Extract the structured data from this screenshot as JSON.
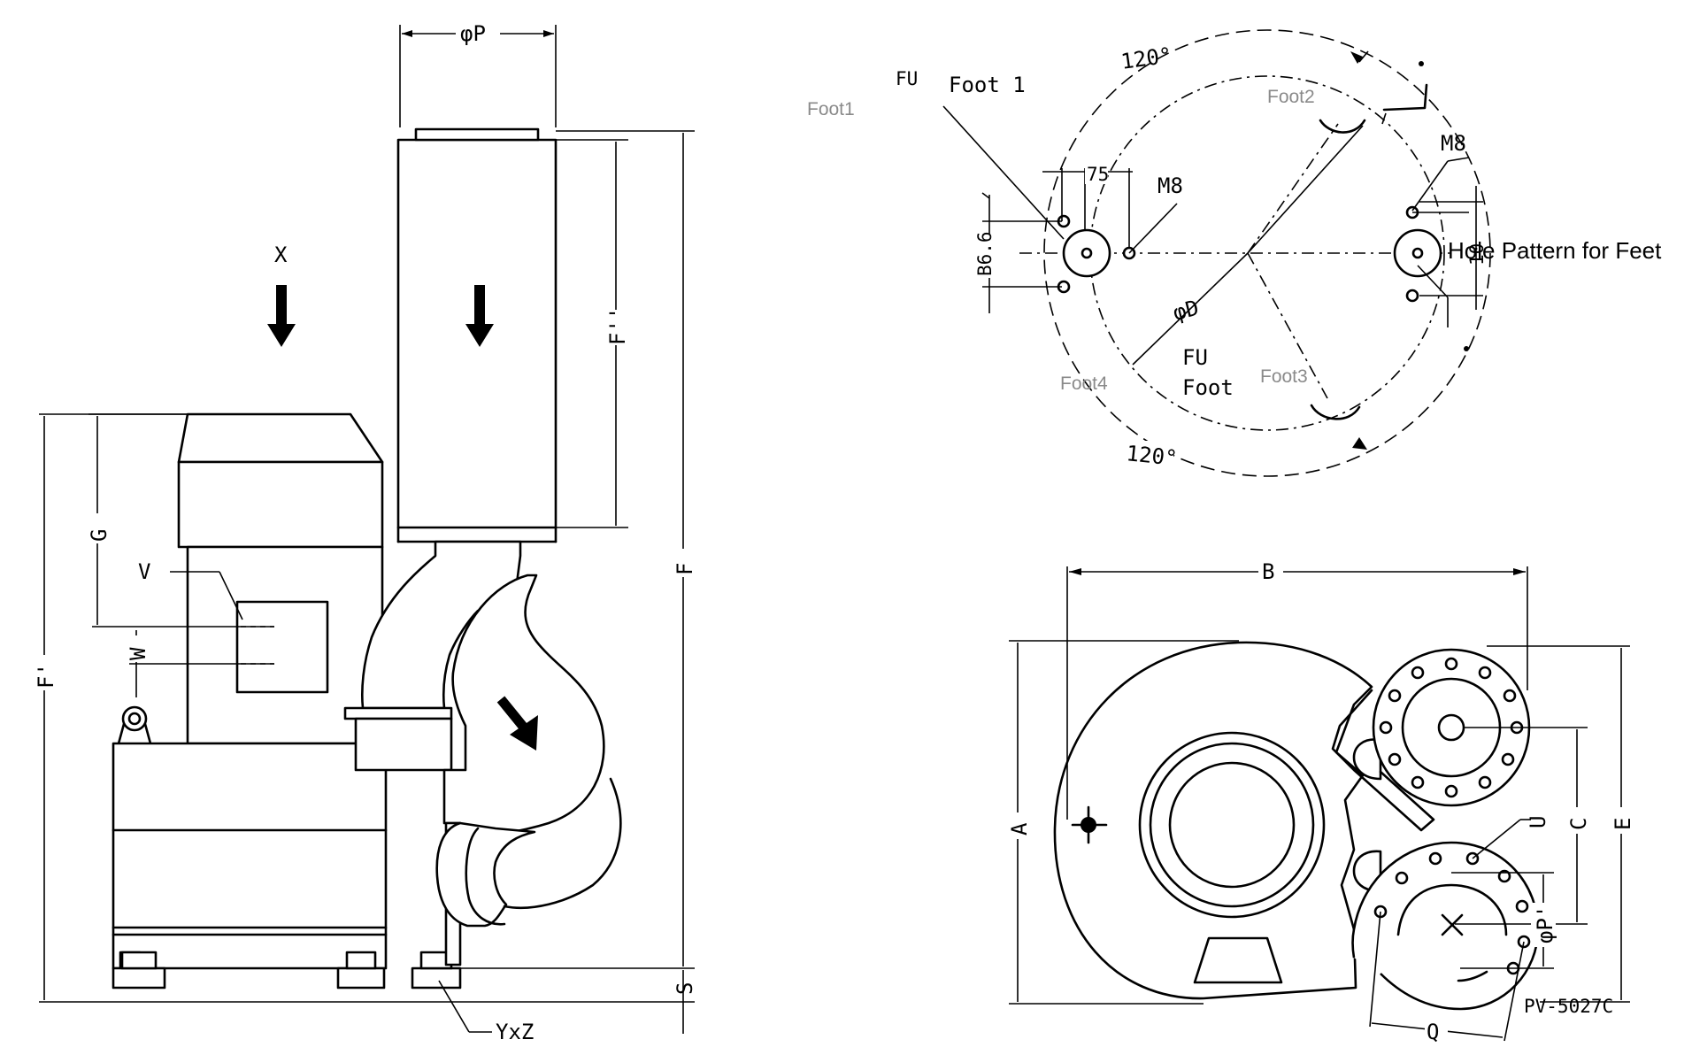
{
  "labels": {
    "phiP": "φP",
    "X": "X",
    "V": "V",
    "W": "W",
    "G": "G",
    "F_prime": "F'",
    "F": "F",
    "F_double_prime": "F''",
    "S": "S",
    "YxZ": "YxZ",
    "angle_top": "120°",
    "angle_bottom": "120°",
    "foot1_bold": "Foot 1",
    "foot_bold": "Foot",
    "dim_75": "75",
    "m8_left": "M8",
    "m8_right": "M8",
    "b66": "B6.6",
    "phiD": "φD",
    "fu_top": "FU",
    "fu_bottom": "FU",
    "B": "B",
    "A": "A",
    "C": "C",
    "E": "E",
    "U": "U",
    "phiP_prime": "φP'",
    "Q": "Q",
    "drawing_no": "PV-5027C",
    "i_mark": "10"
  },
  "annotations": {
    "foot1": "Foot1",
    "foot2": "Foot2",
    "foot3": "Foot3",
    "foot4": "Foot4",
    "hole_pattern_title": "Hole Pattern for Feet"
  }
}
